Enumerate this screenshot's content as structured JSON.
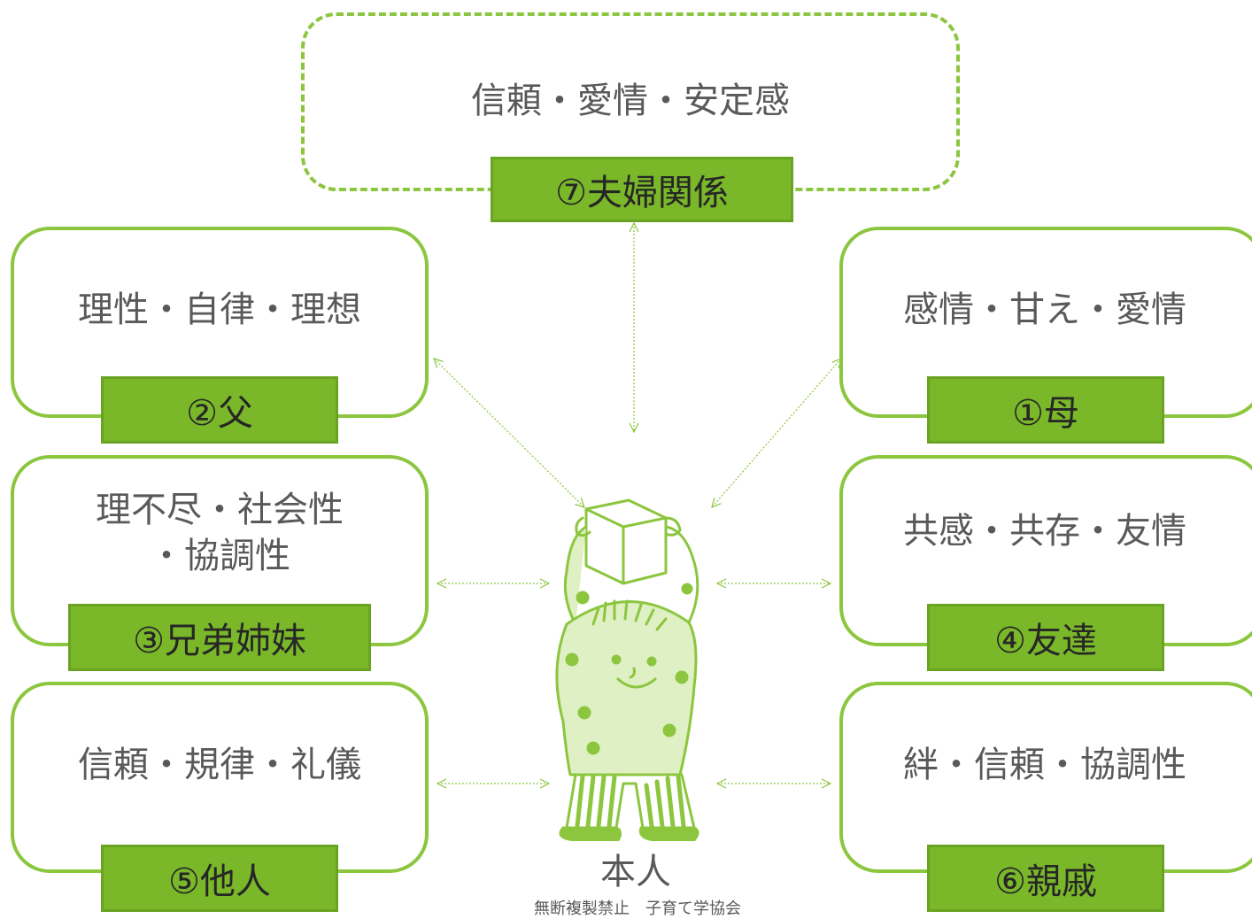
{
  "center": {
    "label": "本人"
  },
  "footer": {
    "copyright": "無断複製禁止　子育て学協会"
  },
  "relations": {
    "couple": {
      "label": "⑦夫婦関係",
      "text": "信頼・愛情・安定感"
    },
    "father": {
      "label": "②父",
      "text": "理性・自律・理想"
    },
    "mother": {
      "label": "①母",
      "text": "感情・甘え・愛情"
    },
    "siblings": {
      "label": "③兄弟姉妹",
      "text": "理不尽・社会性\n・協調性"
    },
    "friends": {
      "label": "④友達",
      "text": "共感・共存・友情"
    },
    "others": {
      "label": "⑤他人",
      "text": "信頼・規律・礼儀"
    },
    "relatives": {
      "label": "⑥親戚",
      "text": "絆・信頼・協調性"
    }
  },
  "colors": {
    "accent": "#8cc63f",
    "label_fill": "#7ab82a",
    "text": "#595959"
  }
}
